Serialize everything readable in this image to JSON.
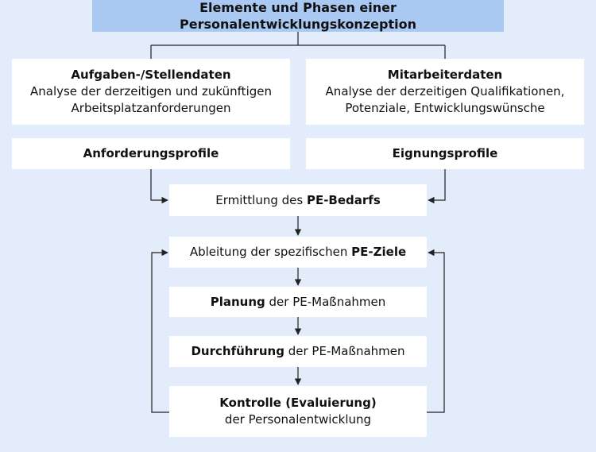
{
  "title": "Elemente und Phasen einer Personalentwicklungskonzeption",
  "task_data": {
    "heading": "Aufgaben-/Stellendaten",
    "text_line1": "Analyse der derzeitigen und zukünftigen",
    "text_line2": "Arbeitsplatzanforderungen"
  },
  "employee_data": {
    "heading": "Mitarbeiterdaten",
    "text_line1": "Analyse der derzeitigen Qualifikationen,",
    "text_line2": "Potenziale, Entwicklungswünsche"
  },
  "requirement_profiles": "Anforderungsprofile",
  "aptitude_profiles": "Eignungsprofile",
  "needs": {
    "prefix": "Ermittlung des ",
    "bold": "PE-Bedarfs"
  },
  "goals": {
    "prefix": "Ableitung der spezifischen ",
    "bold": "PE-Ziele"
  },
  "planning": {
    "bold": "Planung",
    "suffix": " der PE-Maßnahmen"
  },
  "execution": {
    "bold": "Durchführung",
    "suffix": " der PE-Maßnahmen"
  },
  "control": {
    "bold": "Kontrolle (Evaluierung)",
    "line2": "der Personalentwicklung"
  },
  "colors": {
    "background": "#e3ecfb",
    "title_fill": "#a9c8f2",
    "box_fill": "#ffffff",
    "line": "#222222"
  }
}
